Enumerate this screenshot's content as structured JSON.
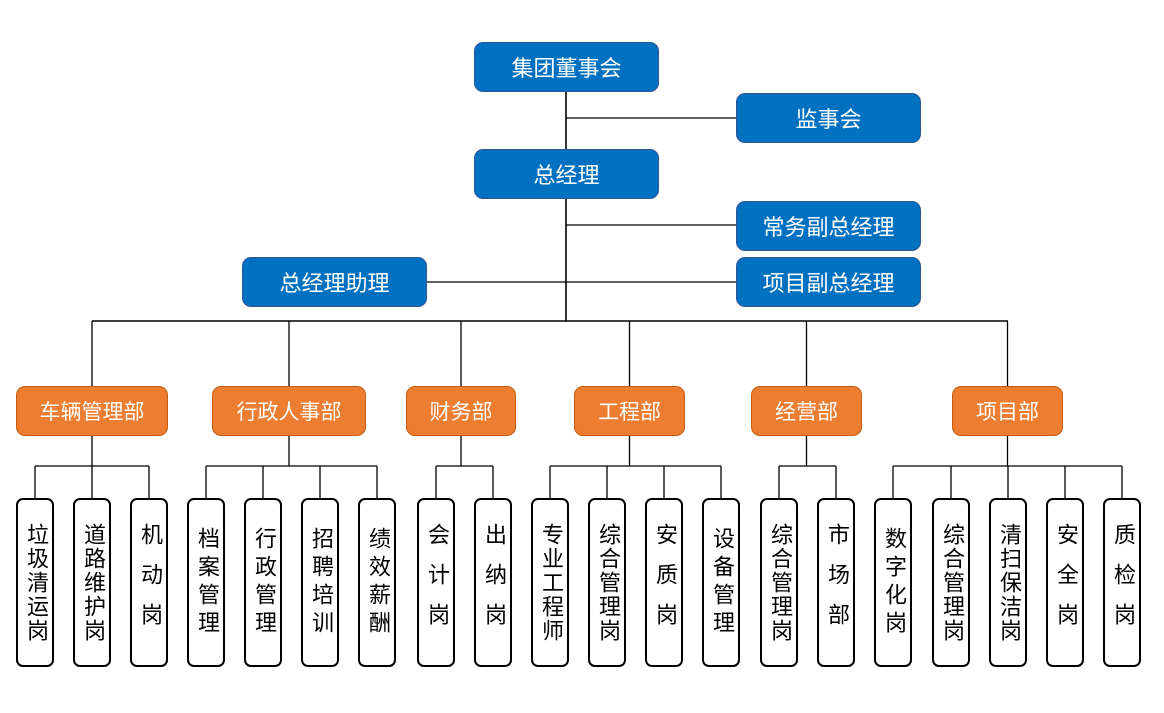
{
  "top": {
    "board": "集团董事会",
    "supervisors": "监事会",
    "gm": "总经理",
    "executive_deputy_gm": "常务副总经理",
    "project_deputy_gm": "项目副总经理",
    "gm_assistant": "总经理助理"
  },
  "departments": [
    {
      "name": "车辆管理部",
      "units": [
        "垃圾清运岗",
        "道路维护岗",
        "机动岗"
      ]
    },
    {
      "name": "行政人事部",
      "units": [
        "档案管理",
        "行政管理",
        "招聘培训",
        "绩效薪酬"
      ]
    },
    {
      "name": "财务部",
      "units": [
        "会计岗",
        "出纳岗"
      ]
    },
    {
      "name": "工程部",
      "units": [
        "专业工程师",
        "综合管理岗",
        "安质岗",
        "设备管理"
      ]
    },
    {
      "name": "经营部",
      "units": [
        "综合管理岗",
        "市场部"
      ]
    },
    {
      "name": "项目部",
      "units": [
        "数字化岗",
        "综合管理岗",
        "清扫保洁岗",
        "安全岗",
        "质检岗"
      ]
    }
  ],
  "colors": {
    "executive": "#0070c0",
    "department": "#ed7d31",
    "unit_border": "#000000"
  }
}
